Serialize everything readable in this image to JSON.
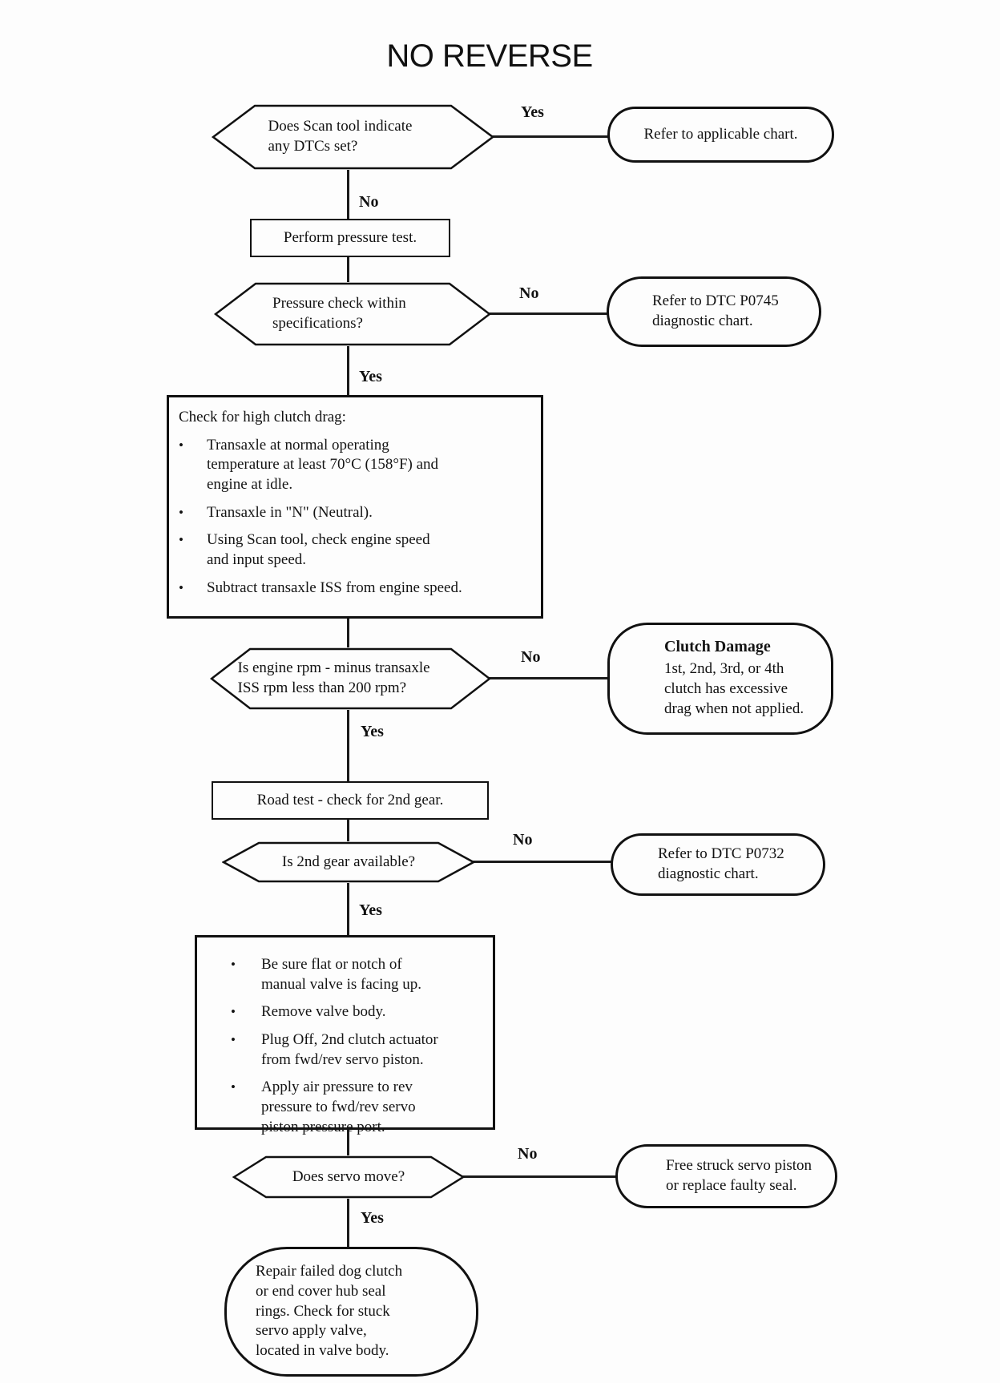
{
  "title": "NO REVERSE",
  "labels": {
    "yes": "Yes",
    "no": "No",
    "bullet": "•"
  },
  "nodes": {
    "q_scan_tool": "Does Scan tool indicate\nany DTCs set?",
    "t_applicable_chart": "Refer to applicable chart.",
    "p_pressure_test": "Perform pressure test.",
    "q_pressure_check": "Pressure check within\nspecifications?",
    "t_p0745": "Refer to DTC P0745\ndiagnostic chart.",
    "clutch_drag": {
      "heading": "Check for high clutch drag:",
      "items": [
        "Transaxle at normal operating\ntemperature at least 70°C (158°F) and\nengine at idle.",
        "Transaxle in \"N\" (Neutral).",
        "Using Scan tool, check engine speed\nand input speed.",
        "Subtract transaxle ISS from engine speed."
      ]
    },
    "q_engine_rpm": "Is engine rpm - minus transaxle\nISS rpm less than 200 rpm?",
    "t_clutch_damage_title": "Clutch Damage",
    "t_clutch_damage_body": "1st, 2nd, 3rd, or 4th\nclutch has excessive\ndrag when not applied.",
    "p_road_test": "Road test - check for 2nd gear.",
    "q_2nd_gear": "Is 2nd gear available?",
    "t_p0732": "Refer to DTC P0732\ndiagnostic chart.",
    "servo_check": {
      "items": [
        "Be sure flat or notch of\nmanual valve is facing up.",
        "Remove valve body.",
        "Plug Off, 2nd clutch actuator\nfrom fwd/rev servo piston.",
        "Apply air pressure to rev\npressure to fwd/rev servo\npiston pressure port."
      ]
    },
    "q_servo_move": "Does servo move?",
    "t_free_servo": "Free struck servo piston\nor replace faulty seal.",
    "t_repair": "Repair failed dog clutch\nor end cover hub seal\nrings. Check for stuck\nservo apply valve,\nlocated in valve body."
  }
}
